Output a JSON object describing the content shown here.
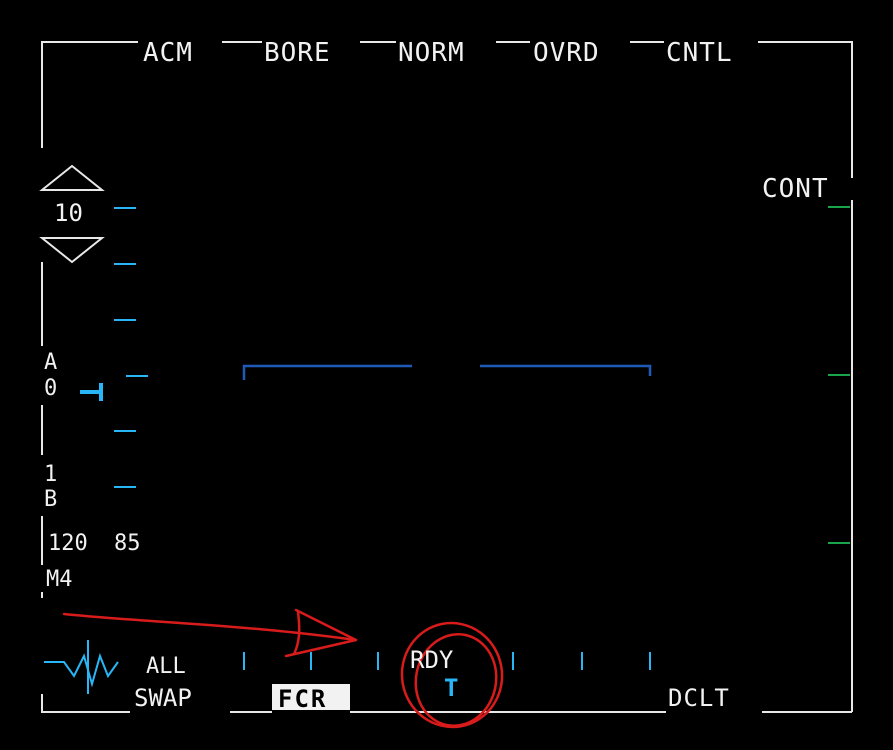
{
  "top_osb": [
    "ACM",
    "BORE",
    "NORM",
    "OVRD",
    "CNTL"
  ],
  "right_osb": {
    "cont": "CONT"
  },
  "left": {
    "range": "10",
    "azimuth_label": "A",
    "azimuth_value": "0",
    "bar_value": "1",
    "bar_label": "B",
    "missile_speed": "120",
    "missile_value": "85",
    "mode": "M4"
  },
  "bottom_osb": {
    "all": "ALL",
    "swap": "SWAP",
    "fcr": "FCR",
    "rdy": "RDY",
    "t": "T",
    "dclt": "DCLT"
  },
  "colors": {
    "frame": "#e8e8e8",
    "cyan": "#29b6f6",
    "blue_line": "#1e5bb8",
    "green_tick": "#19a34a",
    "annotation_red": "#d81b1b"
  },
  "icons": {
    "range_up": "triangle-up-icon",
    "range_down": "triangle-down-icon",
    "horizon": "waveform-icon",
    "annotation": "red-arrow-and-circle"
  }
}
